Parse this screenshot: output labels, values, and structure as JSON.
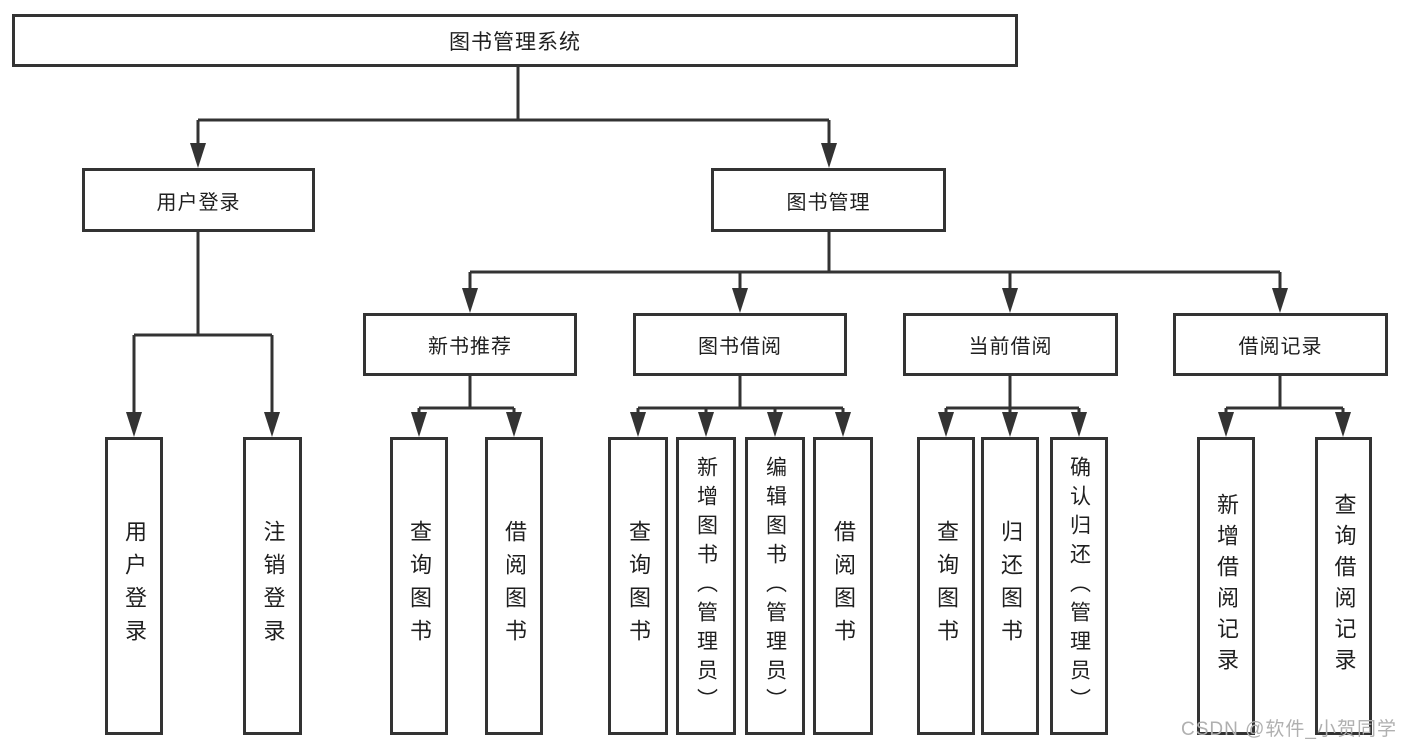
{
  "diagram_title": "图书管理系统",
  "watermark_text": "CSDN @软件_小贺同学",
  "colors": {
    "line": "#333333",
    "box_border": "#333333",
    "box_fill": "#ffffff",
    "text": "#1f1f1f",
    "background": "#ffffff",
    "watermark": "#b0b0b0"
  },
  "nodes": {
    "root": {
      "label": "图书管理系统"
    },
    "level2": [
      {
        "label": "用户登录"
      },
      {
        "label": "图书管理"
      }
    ],
    "level3": [
      {
        "label": "新书推荐",
        "parent": "图书管理"
      },
      {
        "label": "图书借阅",
        "parent": "图书管理"
      },
      {
        "label": "当前借阅",
        "parent": "图书管理"
      },
      {
        "label": "借阅记录",
        "parent": "图书管理"
      }
    ],
    "leaves": [
      {
        "label": "用户登录",
        "parent": "用户登录"
      },
      {
        "label": "注销登录",
        "parent": "用户登录"
      },
      {
        "label": "查询图书",
        "parent": "新书推荐"
      },
      {
        "label": "借阅图书",
        "parent": "新书推荐"
      },
      {
        "label": "查询图书",
        "parent": "图书借阅"
      },
      {
        "label": "新增图书（管理员）",
        "parent": "图书借阅"
      },
      {
        "label": "编辑图书（管理员）",
        "parent": "图书借阅"
      },
      {
        "label": "借阅图书",
        "parent": "图书借阅"
      },
      {
        "label": "查询图书",
        "parent": "当前借阅"
      },
      {
        "label": "归还图书",
        "parent": "当前借阅"
      },
      {
        "label": "确认归还（管理员）",
        "parent": "当前借阅"
      },
      {
        "label": "新增借阅记录",
        "parent": "借阅记录"
      },
      {
        "label": "查询借阅记录",
        "parent": "借阅记录"
      }
    ]
  }
}
